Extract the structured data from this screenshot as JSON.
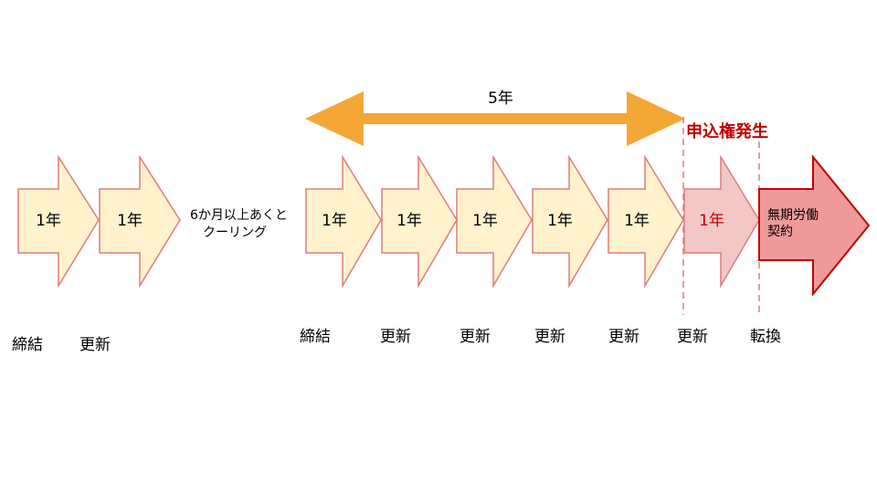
{
  "first_group": {
    "arrows": [
      "1年",
      "1年"
    ],
    "labels": [
      "締結",
      "更新"
    ]
  },
  "cooling_note": [
    "6か月以上あくと",
    "クーリング"
  ],
  "second_group": {
    "arrows": [
      "1年",
      "1年",
      "1年",
      "1年",
      "1年",
      "1年"
    ],
    "labels": [
      "締結",
      "更新",
      "更新",
      "更新",
      "更新",
      "更新"
    ]
  },
  "span": {
    "label": "5年"
  },
  "right_title": "申込権発生",
  "final_arrow": [
    "無期労働",
    "契約"
  ],
  "final_label": "転換",
  "colors": {
    "arrow_fill": "#fff2cc",
    "arrow_stroke": "#e07b7b",
    "highlight_fill": "#f4c7c7",
    "final_fill": "#ef9a9a",
    "final_stroke": "#c00000",
    "span_arrow": "#f4a736",
    "accent_red": "#c00000"
  }
}
